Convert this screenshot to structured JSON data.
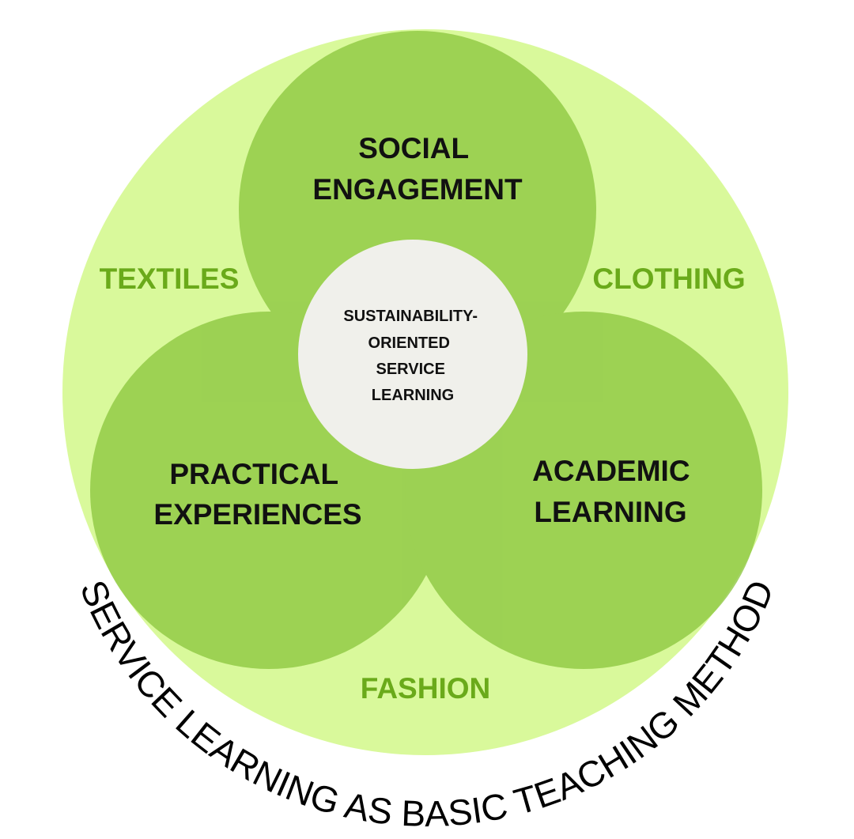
{
  "diagram": {
    "outer_ring_color": "#d9f99b",
    "petal_color": "#8cc63f",
    "center_color": "#f0f0eb",
    "domain_text_color": "#6aaa1a",
    "circles": {
      "social": {
        "line1": "SOCIAL",
        "line2": "ENGAGEMENT"
      },
      "practical": {
        "line1": "PRACTICAL",
        "line2": "EXPERIENCES"
      },
      "academic": {
        "line1": "ACADEMIC",
        "line2": "LEARNING"
      }
    },
    "center": {
      "line1": "SUSTAINABILITY-",
      "line2": "ORIENTED",
      "line3": "SERVICE",
      "line4": "LEARNING"
    },
    "domains": {
      "textiles": "TEXTILES",
      "clothing": "CLOTHING",
      "fashion": "FASHION"
    },
    "arc_text": "SERVICE LEARNING AS BASIC TEACHING METHOD"
  }
}
